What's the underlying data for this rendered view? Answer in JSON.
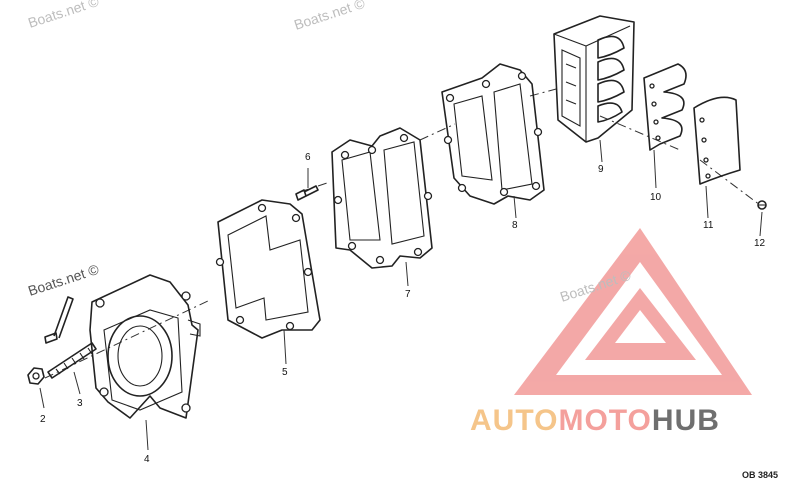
{
  "watermarks": {
    "top_left": "Boats.net ©",
    "top_mid": "Boats.net ©",
    "mid_left": "Boats.net ©",
    "mid_right": "Boats.net ©"
  },
  "callouts": {
    "p2": "2",
    "p3": "3",
    "p4": "4",
    "p5": "5",
    "p6": "6",
    "p7": "7",
    "p8": "8",
    "p9": "9",
    "p10": "10",
    "p11": "11",
    "p12": "12"
  },
  "reference": "OB 3845",
  "brand": {
    "part1": "AUTO",
    "part2": "MOTO",
    "part3": "HUB",
    "colors": {
      "auto": "#f5c58a",
      "moto": "#f4a09c",
      "hub": "#6f6f6f",
      "logo": "#f08a8a"
    }
  }
}
